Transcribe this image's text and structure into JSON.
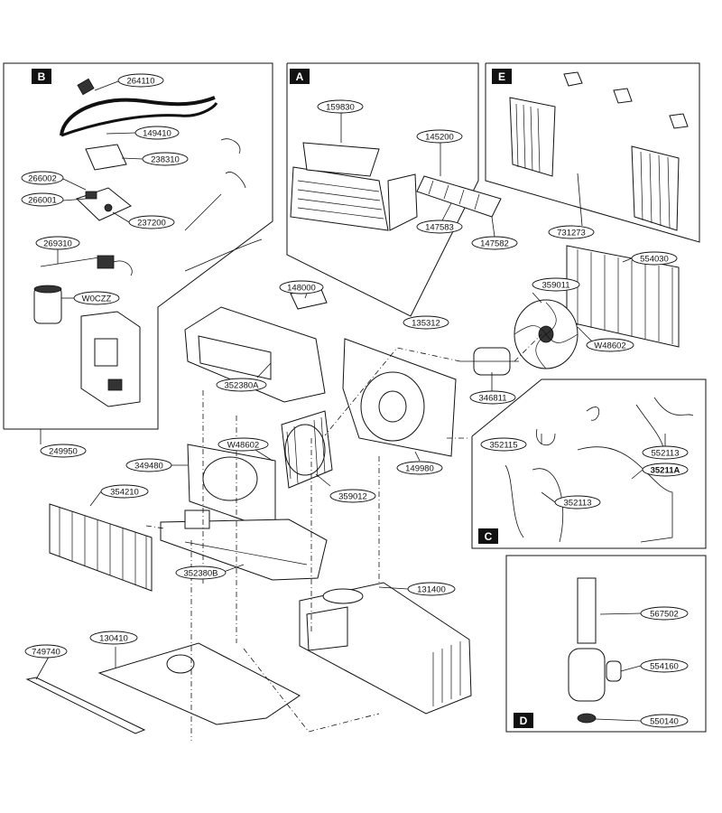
{
  "sections": [
    "B",
    "A",
    "E",
    "C",
    "D"
  ],
  "part_labels": {
    "p264110": "264110",
    "p149410": "149410",
    "p238310": "238310",
    "p266002": "266002",
    "p266001": "266001",
    "p237200": "237200",
    "p269310": "269310",
    "pW0CZZ": "W0CZZ",
    "p249950": "249950",
    "p159830": "159830",
    "p145200": "145200",
    "p147583": "147583",
    "p147582": "147582",
    "p135312": "135312",
    "p731273": "731273",
    "p554030": "554030",
    "p148000": "148000",
    "p359011": "359011",
    "pW48602a": "W48602",
    "p352380A": "352380A",
    "p346811": "346811",
    "pW48602b": "W48602",
    "p349480": "349480",
    "p149980": "149980",
    "p359012": "359012",
    "p354210": "354210",
    "p352380B": "352380B",
    "p352115": "352115",
    "p552113": "552113",
    "p35211A": "35211A",
    "p352113": "352113",
    "p131400": "131400",
    "p130410": "130410",
    "p749740": "749740",
    "p567502": "567502",
    "p554160": "554160",
    "p550140": "550140"
  },
  "colors": {
    "line": "#111111",
    "background": "#ffffff",
    "section_tag": "#111111"
  }
}
